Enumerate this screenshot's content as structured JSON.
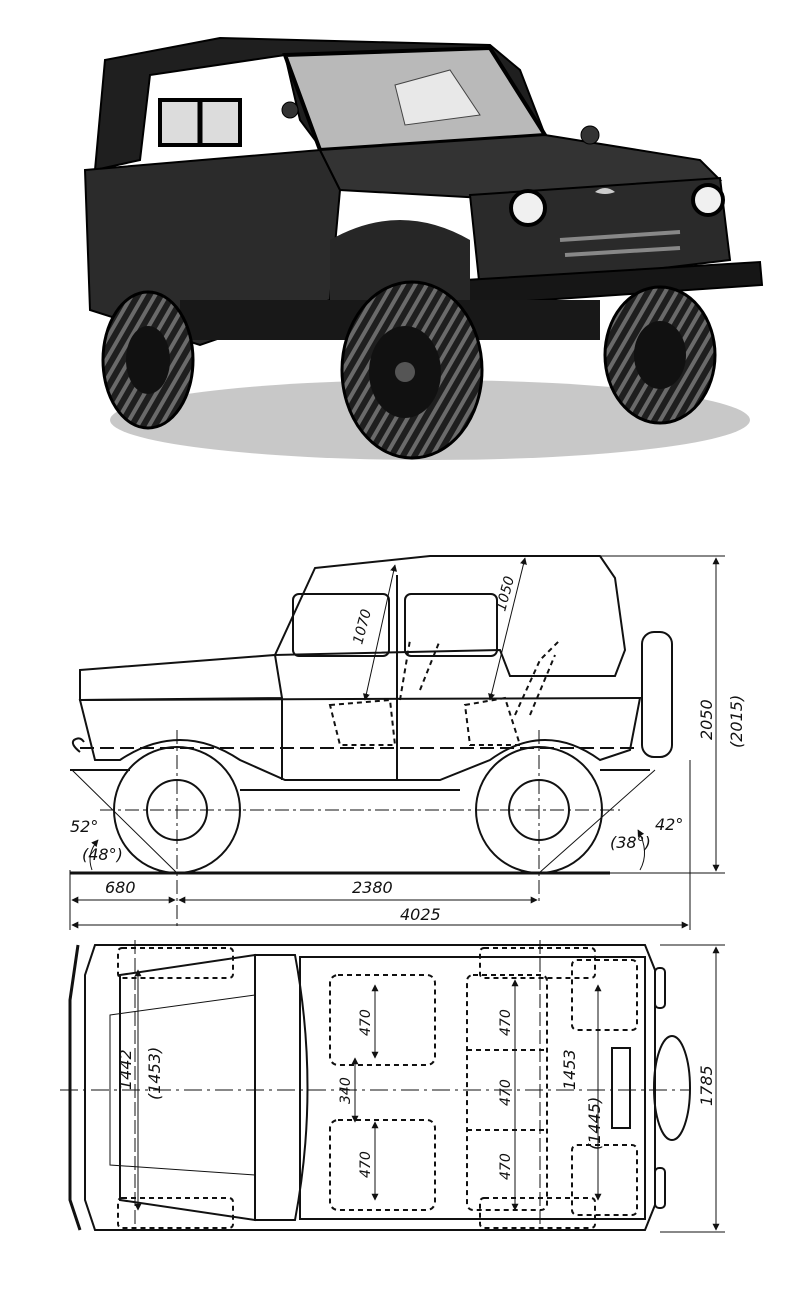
{
  "photo": {
    "subject": "uaz-469-photo",
    "headlight-symbol": "uaz-emblem"
  },
  "side_view": {
    "height": "2050",
    "height_alt": "(2015)",
    "front_overhang": "680",
    "wheelbase": "2380",
    "length": "4025",
    "approach_angle": "52°",
    "approach_angle_alt": "(48°)",
    "departure_angle": "42°",
    "departure_angle_alt": "(38°)",
    "front_seat_height": "1070",
    "rear_seat_height": "1050"
  },
  "top_view": {
    "front_track": "1442",
    "front_track_alt": "(1453)",
    "rear_track": "1453",
    "rear_track_alt": "(1445)",
    "width": "1785",
    "aisle_gap": "340",
    "front_seat_left": "470",
    "front_seat_right": "470",
    "rear_seat_left": "470",
    "rear_seat_mid": "470",
    "rear_seat_right": "470"
  },
  "colors": {
    "ink": "#111111",
    "photo_body": "#2b2b2b",
    "paper": "#ffffff"
  }
}
